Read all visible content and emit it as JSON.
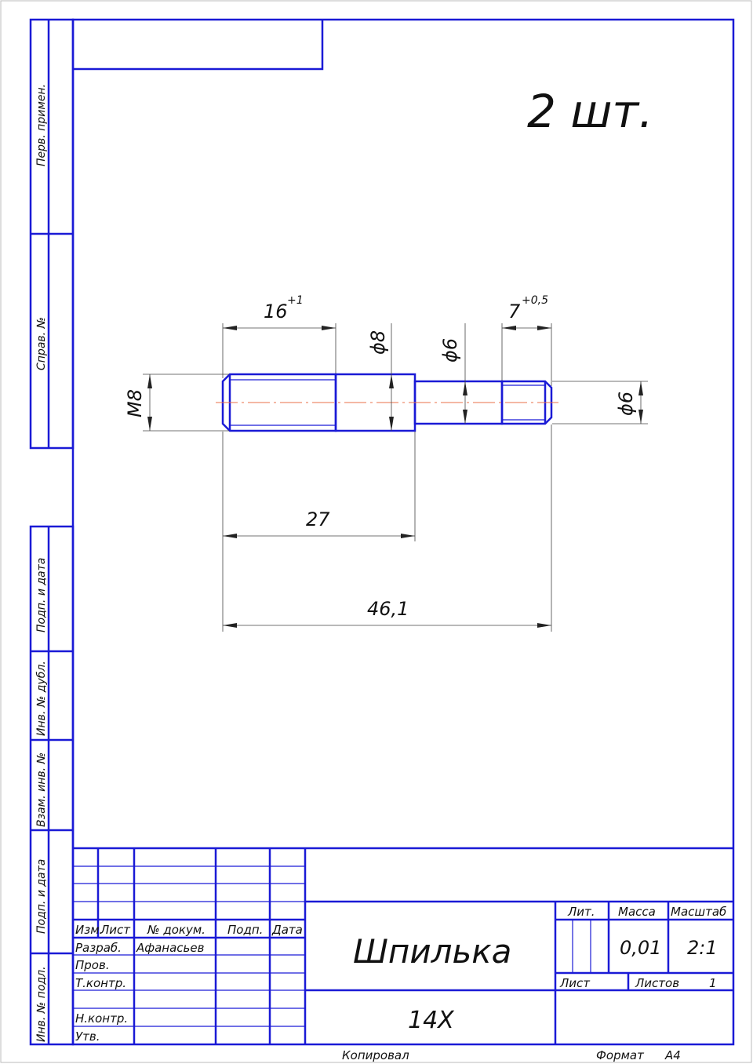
{
  "note": "2 шт.",
  "side_stamps": [
    "Перв. примен.",
    "Справ. №",
    "Подп. и дата",
    "Инв. № дубл.",
    "Взам. инв. №",
    "Подп. и дата",
    "Инв. № подл."
  ],
  "dimensions": {
    "len_thread": "16",
    "len_thread_tol": "+1",
    "len_right": "7",
    "len_right_tol": "+0,5",
    "dia_shoulder": "ϕ8",
    "dia_neck": "ϕ6",
    "thread": "M8",
    "dia_right": "ϕ6",
    "len_to_shoulder": "27",
    "len_total": "46,1"
  },
  "title_block": {
    "headers": {
      "izm": "Изм.",
      "list": "Лист",
      "doc": "№ докум.",
      "podp": "Подп.",
      "data": "Дата"
    },
    "rows": {
      "razrab": "Разраб.",
      "razrab_name": "Афанасьев",
      "prov": "Пров.",
      "tkontr": "Т.контр.",
      "nkontr": "Н.контр.",
      "utv": "Утв."
    },
    "name": "Шпилька",
    "material": "14Х",
    "lit_label": "Лит.",
    "mass_label": "Масса",
    "scale_label": "Масштаб",
    "mass": "0,01",
    "scale": "2:1",
    "sheet_label": "Лист",
    "sheets_label": "Листов",
    "sheets": "1"
  },
  "footer": {
    "copied": "Копировал",
    "format_label": "Формат",
    "format": "A4"
  }
}
